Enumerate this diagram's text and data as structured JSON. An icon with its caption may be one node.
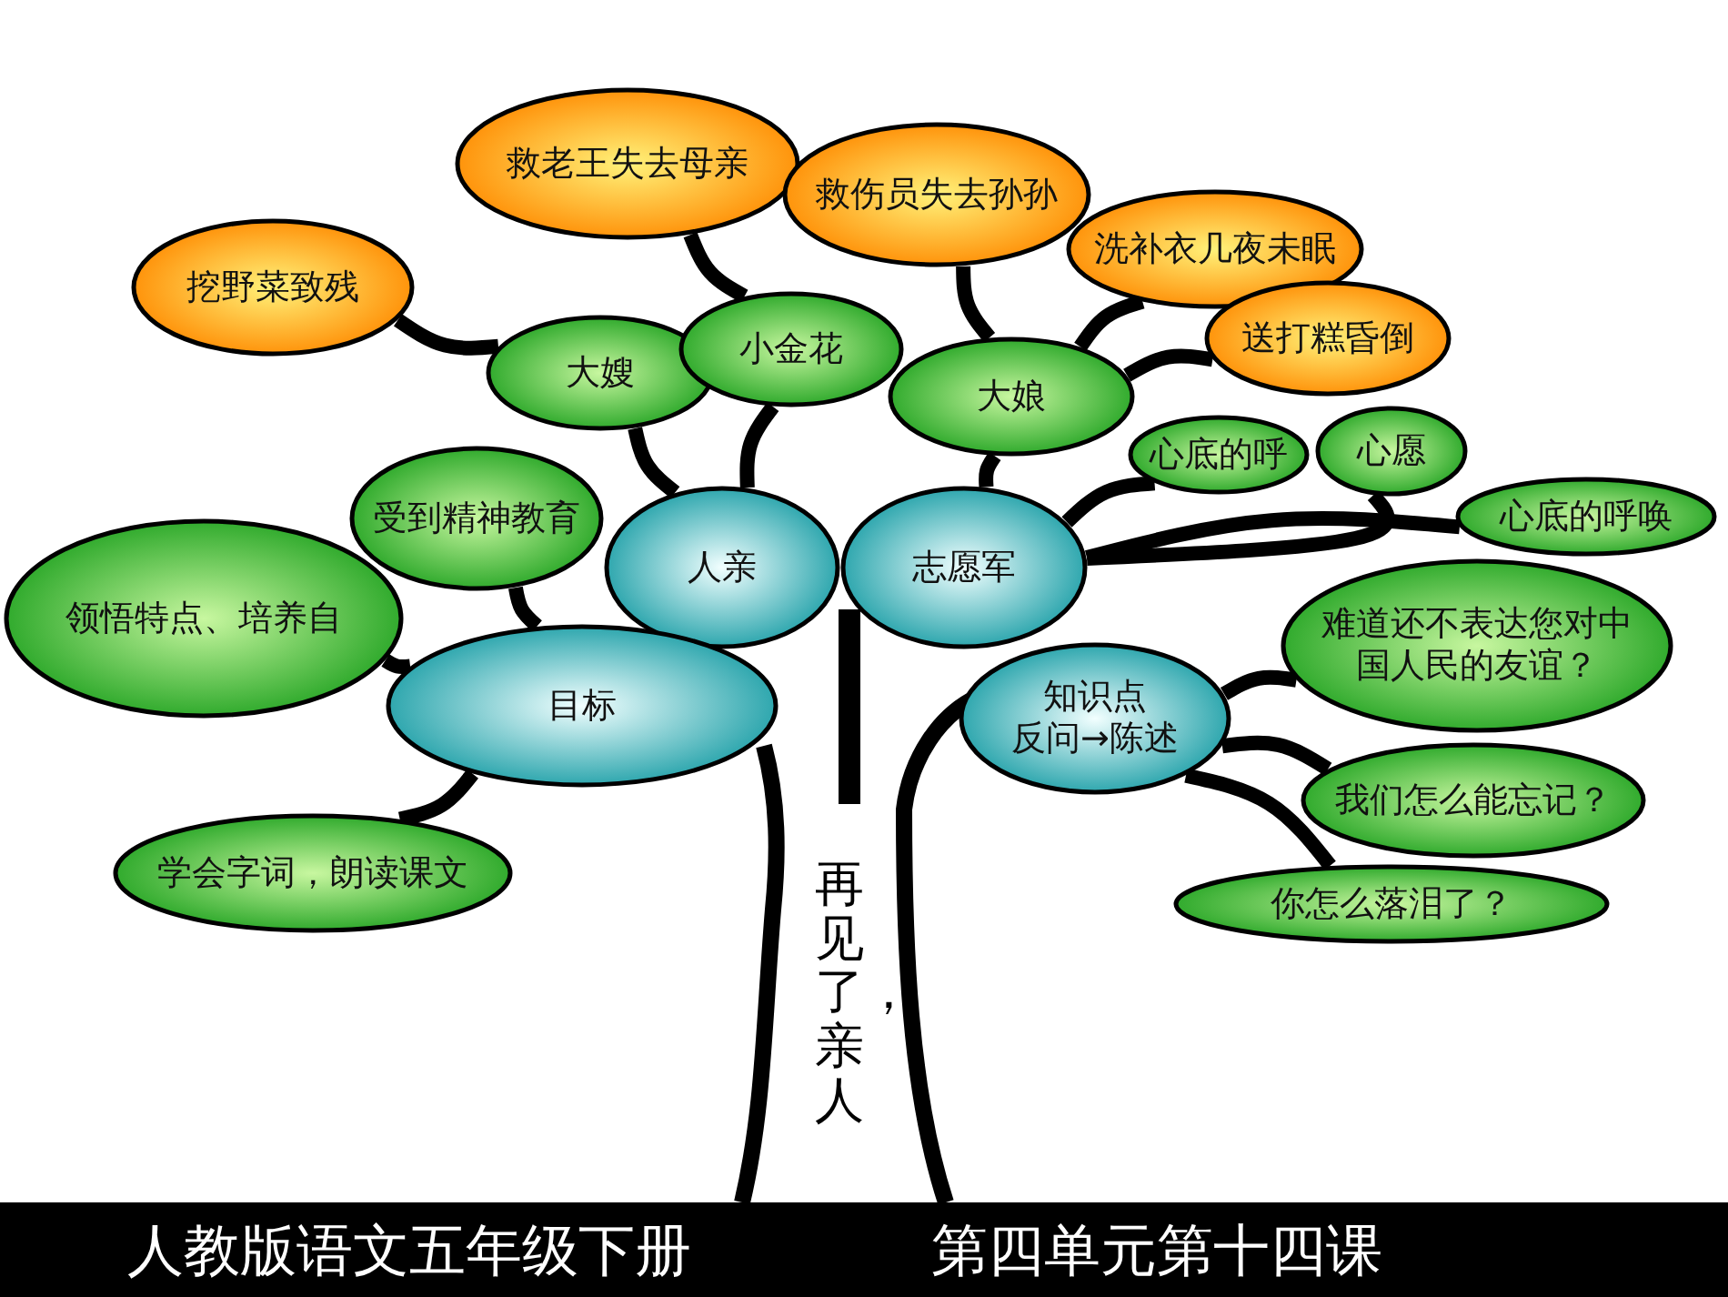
{
  "diagram": {
    "nodes": [
      {
        "text": [
          "挖野菜致残"
        ]
      },
      {
        "text": [
          "救老王失去母亲"
        ]
      },
      {
        "text": [
          "救伤员失去孙孙"
        ]
      },
      {
        "text": [
          "洗补衣几夜未眠"
        ]
      },
      {
        "text": [
          "送打糕昏倒"
        ]
      },
      {
        "text": [
          "大嫂"
        ]
      },
      {
        "text": [
          "小金花"
        ]
      },
      {
        "text": [
          "大娘"
        ]
      },
      {
        "text": [
          "心底的呼"
        ]
      },
      {
        "text": [
          "心愿"
        ]
      },
      {
        "text": [
          "心底的呼唤"
        ]
      },
      {
        "text": [
          "受到精神教育"
        ]
      },
      {
        "text": [
          "人亲"
        ]
      },
      {
        "text": [
          "志愿军"
        ]
      },
      {
        "text": [
          "领悟特点、培养自"
        ]
      },
      {
        "text": [
          "目标"
        ]
      },
      {
        "text": [
          "知识点",
          "反问→陈述"
        ]
      },
      {
        "text": [
          "难道还不表达您对中国人民的友谊？"
        ]
      },
      {
        "text": [
          "我们怎么能忘记？"
        ]
      },
      {
        "text": [
          "学会字词，朗读课文"
        ]
      },
      {
        "text": [
          "你怎么落泪了？"
        ]
      }
    ],
    "edges": [
      {
        "from": 0,
        "to": 5,
        "arrow": "none"
      },
      {
        "from": 1,
        "to": 6,
        "arrow": "none"
      },
      {
        "from": 2,
        "to": 7,
        "arrow": "none"
      },
      {
        "from": 3,
        "to": 7,
        "arrow": "none"
      },
      {
        "from": 4,
        "to": 7,
        "arrow": "none"
      },
      {
        "from": 5,
        "to": 12,
        "arrow": "none"
      },
      {
        "from": 6,
        "to": 12,
        "arrow": "none"
      },
      {
        "from": 7,
        "to": 13,
        "arrow": "none"
      },
      {
        "from": 8,
        "to": 13,
        "arrow": "none"
      },
      {
        "from": 9,
        "to": 13,
        "arrow": "none"
      },
      {
        "from": 10,
        "to": 13,
        "arrow": "none"
      },
      {
        "from": 11,
        "to": 15,
        "arrow": "none"
      },
      {
        "from": 14,
        "to": 15,
        "arrow": "none"
      },
      {
        "from": 19,
        "to": 15,
        "arrow": "none"
      },
      {
        "from": 17,
        "to": 16,
        "arrow": "none"
      },
      {
        "from": 18,
        "to": 16,
        "arrow": "none"
      },
      {
        "from": 20,
        "to": 16,
        "arrow": "none"
      }
    ],
    "labels": [
      "再见了，亲人",
      "人教版语文五年级下册",
      "第四单元第十四课"
    ]
  }
}
